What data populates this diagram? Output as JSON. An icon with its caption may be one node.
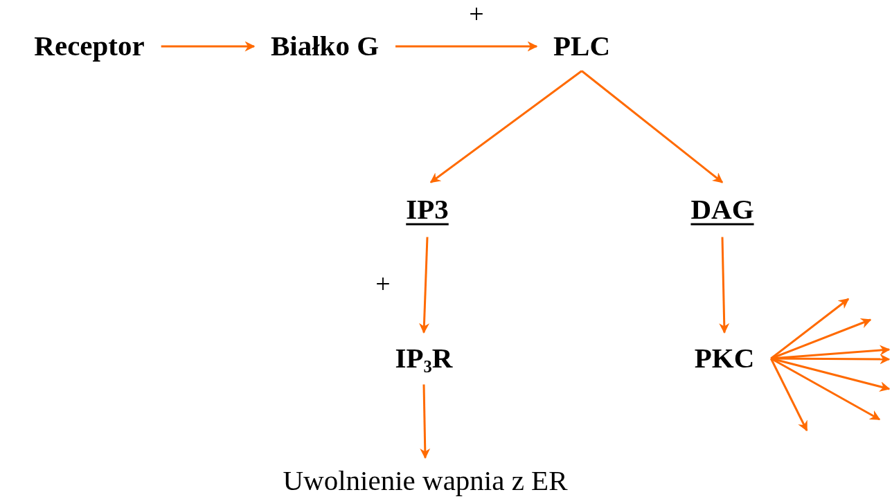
{
  "diagram": {
    "nodes": [
      {
        "text": [
          "Receptor"
        ]
      },
      {
        "text": [
          "Białko G"
        ]
      },
      {
        "text": [
          "PLC"
        ]
      },
      {
        "text": [
          "IP3"
        ]
      },
      {
        "text": [
          "DAG"
        ]
      },
      {
        "text": [
          "IP$_{3}$R"
        ]
      },
      {
        "text": [
          "PKC"
        ]
      },
      {
        "text": [
          "Uwolnienie wapnia z ER"
        ]
      }
    ],
    "edges": [
      {
        "from": 0,
        "to": 1,
        "arrow": "to"
      },
      {
        "from": 1,
        "to": 2,
        "arrow": "to",
        "label": "+"
      },
      {
        "from": 2,
        "to": 3,
        "arrow": "to"
      },
      {
        "from": 2,
        "to": 4,
        "arrow": "to"
      },
      {
        "from": 3,
        "to": 5,
        "arrow": "to",
        "label": "+"
      },
      {
        "from": 4,
        "to": 6,
        "arrow": "to"
      },
      {
        "from": 5,
        "to": 7,
        "arrow": "to"
      },
      {
        "from": 6,
        "to": null,
        "arrow": "to"
      },
      {
        "from": 6,
        "to": null,
        "arrow": "to"
      },
      {
        "from": 6,
        "to": null,
        "arrow": "to"
      },
      {
        "from": 6,
        "to": null,
        "arrow": "to"
      },
      {
        "from": 6,
        "to": null,
        "arrow": "to"
      },
      {
        "from": 6,
        "to": null,
        "arrow": "to"
      },
      {
        "from": 6,
        "to": null,
        "arrow": "to"
      }
    ]
  }
}
